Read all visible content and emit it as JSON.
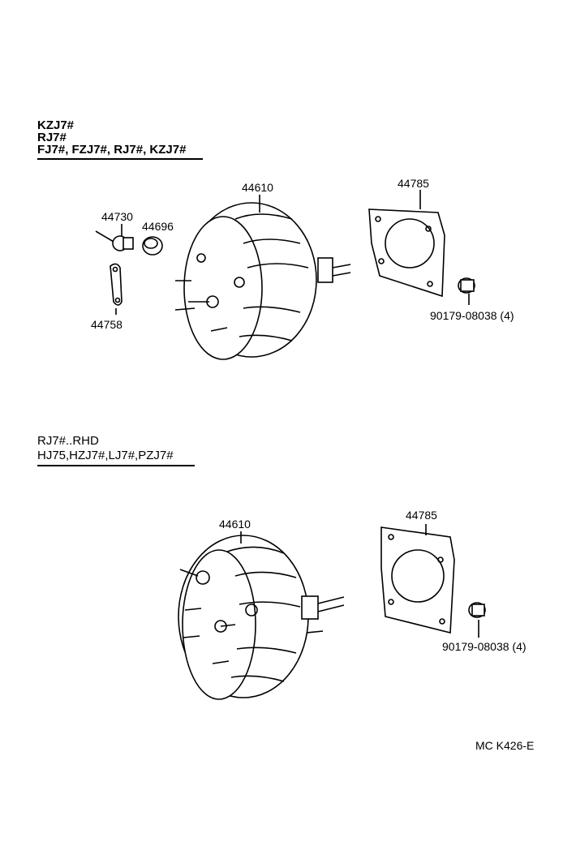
{
  "top_section": {
    "applicability": [
      "KZJ7#",
      "RJ7#",
      "FJ7#, FZJ7#, RJ7#, KZJ7#"
    ],
    "callouts": {
      "booster": "44610",
      "gasket": "44785",
      "union": "44730",
      "grommet": "44696",
      "plate": "44758",
      "nut": "90179-08038 (4)"
    }
  },
  "bottom_section": {
    "applicability": [
      "RJ7#..RHD",
      "HJ75,HZJ7#,LJ7#,PZJ7#"
    ],
    "callouts": {
      "booster": "44610",
      "gasket": "44785",
      "nut": "90179-08038 (4)"
    }
  },
  "figure_code": "MC  K426-E"
}
